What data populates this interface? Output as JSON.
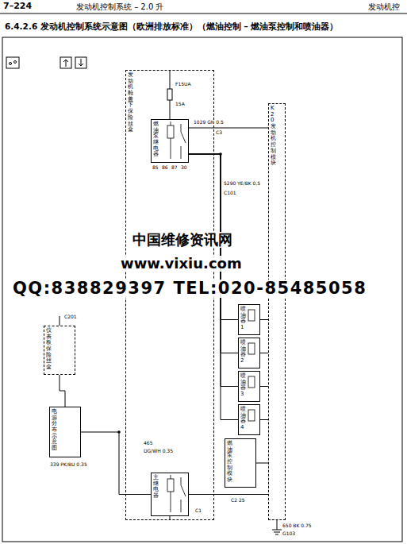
{
  "diagram": {
    "title": "6.4.2.6 发动机控制系统示意图（欧洲排放标准）（燃油控制 – 燃油泵控制和喷油器）",
    "nodes": [
      {
        "text": [
          "发动机舱盖下保险丝盒"
        ]
      },
      {
        "text": [
          "燃油泵继电器"
        ],
        "in": 0
      },
      {
        "text": [
          "K20 发动机控制模块"
        ]
      },
      {
        "text": [
          "喷油器1"
        ]
      },
      {
        "text": [
          "喷油器2"
        ]
      },
      {
        "text": [
          "喷油器3"
        ]
      },
      {
        "text": [
          "喷油器4"
        ]
      },
      {
        "text": [
          "燃油泵控制模块"
        ]
      },
      {
        "text": [
          "仪表板保险丝盒"
        ]
      },
      {
        "text": [
          "电源分布示意图"
        ]
      },
      {
        "text": [
          "主继电器"
        ],
        "in": 0
      }
    ],
    "edges": [
      {
        "from": 1,
        "to": 2,
        "arrow": "none"
      },
      {
        "from": 1,
        "to": 3,
        "arrow": "none"
      },
      {
        "from": 1,
        "to": 4,
        "arrow": "none"
      },
      {
        "from": 1,
        "to": 5,
        "arrow": "none"
      },
      {
        "from": 1,
        "to": 6,
        "arrow": "none"
      },
      {
        "from": 3,
        "to": 2,
        "arrow": "none"
      },
      {
        "from": 4,
        "to": 2,
        "arrow": "none"
      },
      {
        "from": 5,
        "to": 2,
        "arrow": "none"
      },
      {
        "from": 6,
        "to": 2,
        "arrow": "none"
      },
      {
        "from": 7,
        "to": 2,
        "arrow": "none"
      },
      {
        "from": 10,
        "to": 2,
        "arrow": "none"
      },
      {
        "from": 8,
        "to": 9,
        "arrow": "none"
      },
      {
        "from": 9,
        "to": 10,
        "arrow": "none"
      }
    ],
    "labels": [
      "7–224",
      "发动机控制系统 – 2.0 升",
      "发动机控",
      "中国维修资讯网",
      "www.vixiu.com",
      "QQ:838829397 TEL:020-85485058",
      "F15UA",
      "15A",
      "85",
      "86",
      "87",
      "30",
      "1029 GN 0.5",
      "C3",
      "5290 YE/BK 0.5",
      "C101",
      "465",
      "DG/WH 0.35",
      "C2 25",
      "C1",
      "650 BK 0.75",
      "G103",
      "339 PK/BU 0.35",
      "C201"
    ]
  }
}
